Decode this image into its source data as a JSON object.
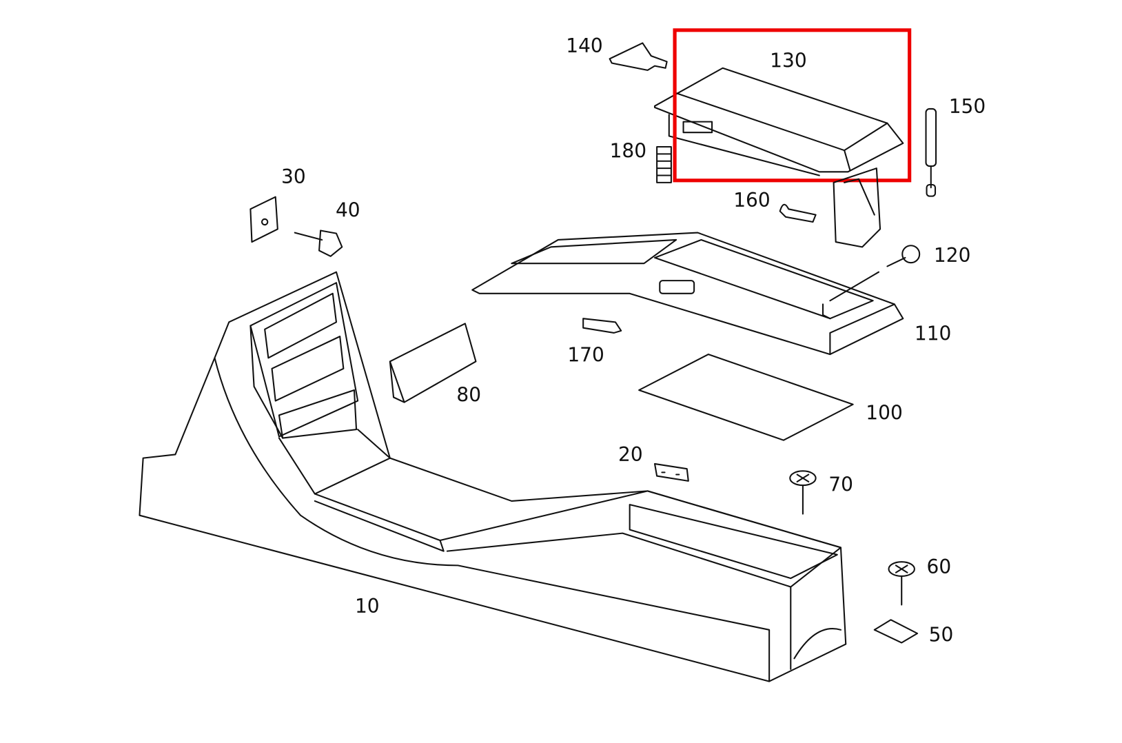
{
  "diagram": {
    "highlight_color": "#ee0000",
    "highlighted_part": "130",
    "parts": [
      {
        "id": "p10",
        "label": "10"
      },
      {
        "id": "p20",
        "label": "20"
      },
      {
        "id": "p30",
        "label": "30"
      },
      {
        "id": "p40",
        "label": "40"
      },
      {
        "id": "p50",
        "label": "50"
      },
      {
        "id": "p60",
        "label": "60"
      },
      {
        "id": "p70",
        "label": "70"
      },
      {
        "id": "p80",
        "label": "80"
      },
      {
        "id": "p100",
        "label": "100"
      },
      {
        "id": "p110",
        "label": "110"
      },
      {
        "id": "p120",
        "label": "120"
      },
      {
        "id": "p130",
        "label": "130"
      },
      {
        "id": "p140",
        "label": "140"
      },
      {
        "id": "p150",
        "label": "150"
      },
      {
        "id": "p160",
        "label": "160"
      },
      {
        "id": "p170",
        "label": "170"
      },
      {
        "id": "p180",
        "label": "180"
      }
    ]
  }
}
